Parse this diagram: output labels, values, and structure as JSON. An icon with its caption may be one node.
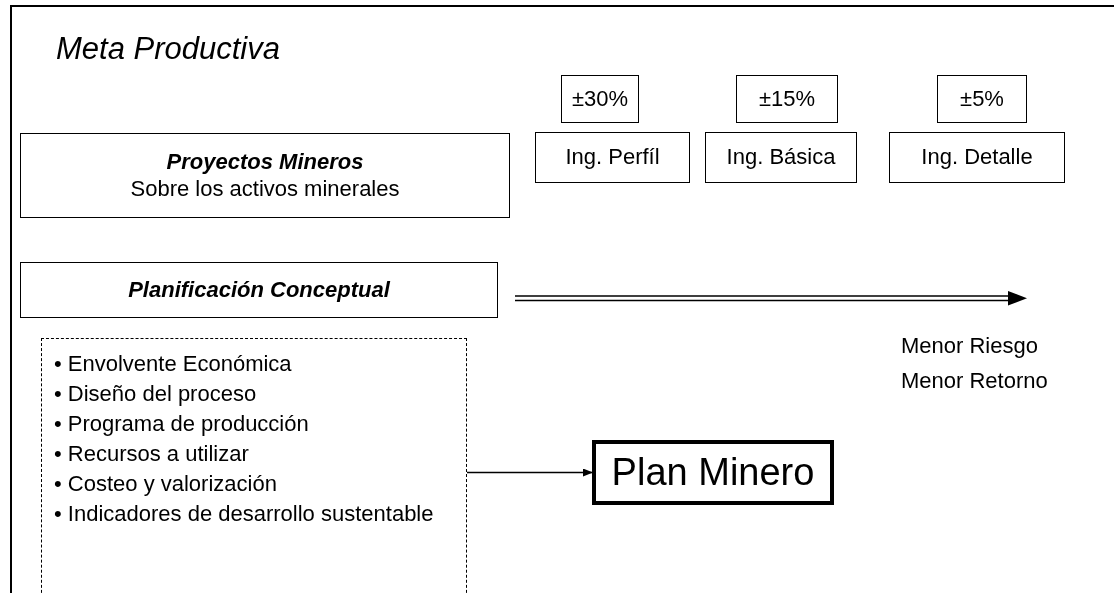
{
  "diagram": {
    "nodes": [
      {
        "text": [
          "Meta Productiva"
        ]
      },
      {
        "text": [
          "±30%"
        ],
        "in": 0
      },
      {
        "text": [
          "±15%"
        ],
        "in": 0
      },
      {
        "text": [
          "±5%"
        ],
        "in": 0
      },
      {
        "text": [
          "Proyectos Mineros",
          "Sobre los activos minerales"
        ],
        "in": 0
      },
      {
        "text": [
          "Ing. Perfíl"
        ],
        "in": 0
      },
      {
        "text": [
          "Ing. Básica"
        ],
        "in": 0
      },
      {
        "text": [
          "Ing. Detalle"
        ],
        "in": 0
      },
      {
        "text": [
          "Planificación Conceptual"
        ],
        "in": 0
      },
      {
        "text": [
          "• Envolvente Económica",
          "• Diseño del proceso",
          "• Programa de producción",
          "• Recursos a utilizar",
          "• Costeo y valorización",
          "• Indicadores de desarrollo sustentable"
        ],
        "in": 0
      },
      {
        "text": [
          "Plan Minero"
        ],
        "in": 0
      }
    ],
    "edges": [
      {
        "from": 9,
        "to": 10,
        "arrow": "to"
      }
    ],
    "labels": [
      "Menor Riesgo Menor Retorno"
    ]
  }
}
